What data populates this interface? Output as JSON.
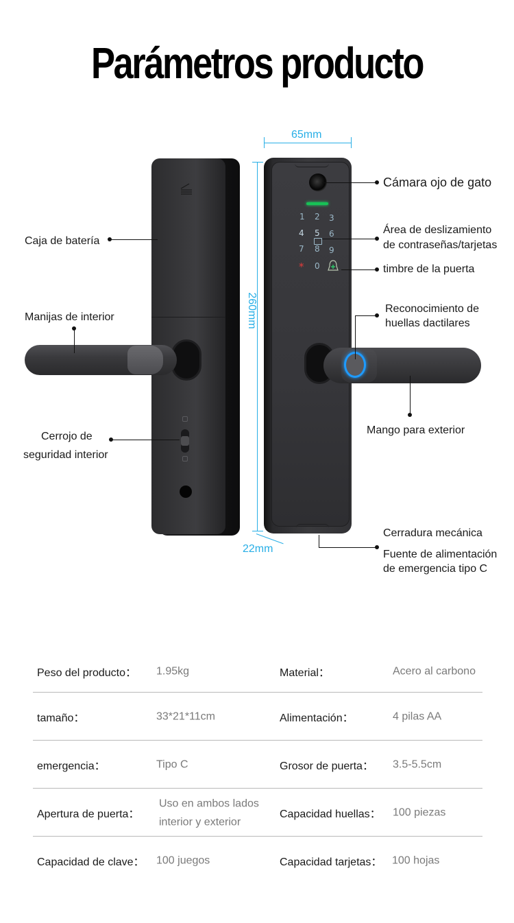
{
  "title": "Parámetros producto",
  "dimensions": {
    "width": "65mm",
    "height": "260mm",
    "depth": "22mm"
  },
  "callouts": {
    "battery_box": "Caja de batería",
    "inner_handle": "Manijas de interior",
    "inner_lock": [
      "Cerrojo de",
      "seguridad interior"
    ],
    "camera": "Cámara ojo de gato",
    "swipe_area": [
      "Área de deslizamiento",
      "de contraseñas/tarjetas"
    ],
    "doorbell": "timbre de la puerta",
    "fingerprint": [
      "Reconocimiento de",
      "huellas dactilares"
    ],
    "outer_handle": "Mango para exterior",
    "mechanical_lock": "Cerradura mecánica",
    "emergency_power": [
      "Fuente de alimentación",
      "de emergencia tipo C"
    ]
  },
  "keypad": {
    "keys": [
      "1",
      "2",
      "3",
      "4",
      "5",
      "6",
      "7",
      "8",
      "9",
      "*",
      "0",
      "bell"
    ]
  },
  "colors": {
    "dimension": "#27aee6",
    "led": "#17c256",
    "fingerprint_ring": "#1e9bff",
    "key_star": "#e03b3b"
  },
  "specs": {
    "rows": [
      {
        "k1": "Peso del producto：",
        "v1": "1.95kg",
        "k2": "Material：",
        "v2": "Acero al carbono"
      },
      {
        "k1": "tamaño：",
        "v1": "33*21*11cm",
        "k2": "Alimentación：",
        "v2": "4 pilas AA"
      },
      {
        "k1": "emergencia：",
        "v1": "Tipo C",
        "k2": "Grosor de puerta：",
        "v2": "3.5-5.5cm"
      },
      {
        "k1": "Apertura de puerta：",
        "v1a": "Uso en ambos lados",
        "v1b": "interior y exterior",
        "k2": "Capacidad huellas：",
        "v2": "100 piezas"
      },
      {
        "k1": "Capacidad de clave：",
        "v1": "100 juegos",
        "k2": "Capacidad tarjetas：",
        "v2": "100 hojas"
      }
    ]
  }
}
